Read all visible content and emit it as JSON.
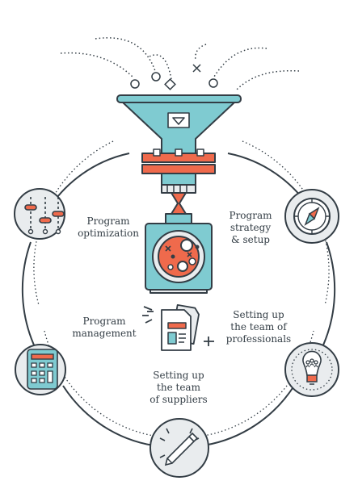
{
  "diagram": {
    "colors": {
      "outline": "#333d45",
      "teal": "#7fcbd1",
      "orange": "#ef6a4c",
      "light": "#e9ecee",
      "white": "#ffffff"
    },
    "center": {
      "funnel": "funnel-icon",
      "machine": "processing-machine-icon",
      "documents": "documents-icon"
    },
    "steps": [
      {
        "icon": "sliders-icon",
        "lines": [
          "Program",
          "optimization"
        ]
      },
      {
        "icon": "compass-icon",
        "lines": [
          "Program",
          "strategy",
          "& setup"
        ]
      },
      {
        "icon": "lightbulb-team-icon",
        "lines": [
          "Setting up",
          "the team of",
          "professionals"
        ]
      },
      {
        "icon": "pencil-icon",
        "lines": [
          "Setting up",
          "the team",
          "of suppliers"
        ]
      },
      {
        "icon": "calculator-icon",
        "lines": [
          "Program",
          "management"
        ]
      }
    ]
  }
}
